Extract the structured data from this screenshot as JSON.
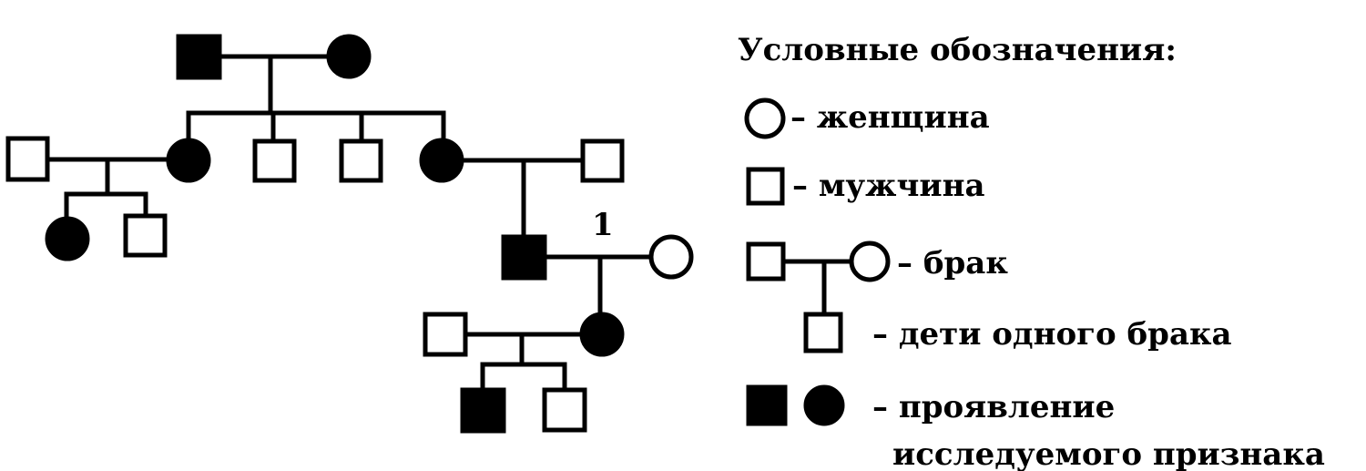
{
  "pedigree": {
    "marker_label": "1",
    "individuals": [
      {
        "id": "g1-father",
        "sex": "male",
        "affected": true
      },
      {
        "id": "g1-mother",
        "sex": "female",
        "affected": true
      },
      {
        "id": "g2-husband-left",
        "sex": "male",
        "affected": false
      },
      {
        "id": "g2-daughter-1",
        "sex": "female",
        "affected": true
      },
      {
        "id": "g2-son-1",
        "sex": "male",
        "affected": false
      },
      {
        "id": "g2-son-2",
        "sex": "male",
        "affected": false
      },
      {
        "id": "g2-daughter-2",
        "sex": "female",
        "affected": true
      },
      {
        "id": "g2-husband-right",
        "sex": "male",
        "affected": false
      },
      {
        "id": "g3-daughter-left",
        "sex": "female",
        "affected": true
      },
      {
        "id": "g3-son-left",
        "sex": "male",
        "affected": false
      },
      {
        "id": "g3-son-proband",
        "sex": "male",
        "affected": true
      },
      {
        "id": "g3-wife",
        "sex": "female",
        "affected": false
      },
      {
        "id": "g4-husband",
        "sex": "male",
        "affected": false
      },
      {
        "id": "g4-daughter",
        "sex": "female",
        "affected": true
      },
      {
        "id": "g5-son-affected",
        "sex": "male",
        "affected": true
      },
      {
        "id": "g5-son-healthy",
        "sex": "male",
        "affected": false
      }
    ]
  },
  "legend": {
    "title": "Условные обозначения:",
    "woman": "– женщина",
    "man": "– мужчина",
    "marriage": "– брак",
    "children": "– дети одного брака",
    "trait_line1": "– проявление",
    "trait_line2": "исследуемого признака"
  }
}
